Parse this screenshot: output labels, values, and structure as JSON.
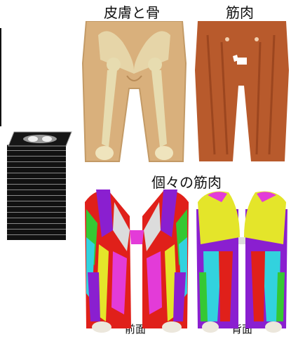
{
  "labels": {
    "skin_bone": "皮膚と骨",
    "muscle": "筋肉",
    "individual_muscles": "個々の筋肉",
    "front": "前面",
    "back": "背面"
  },
  "colors": {
    "skin": "#d9b07c",
    "bone": "#e7dcb0",
    "muscle": "#b85a2c",
    "muscle_dark": "#8a3a18",
    "purple": "#8a1fd0",
    "yellow": "#e4e52a",
    "red": "#e0201a",
    "cyan": "#32d2de",
    "green": "#35c833",
    "magenta": "#e33bd8",
    "blue": "#2a47c8"
  }
}
